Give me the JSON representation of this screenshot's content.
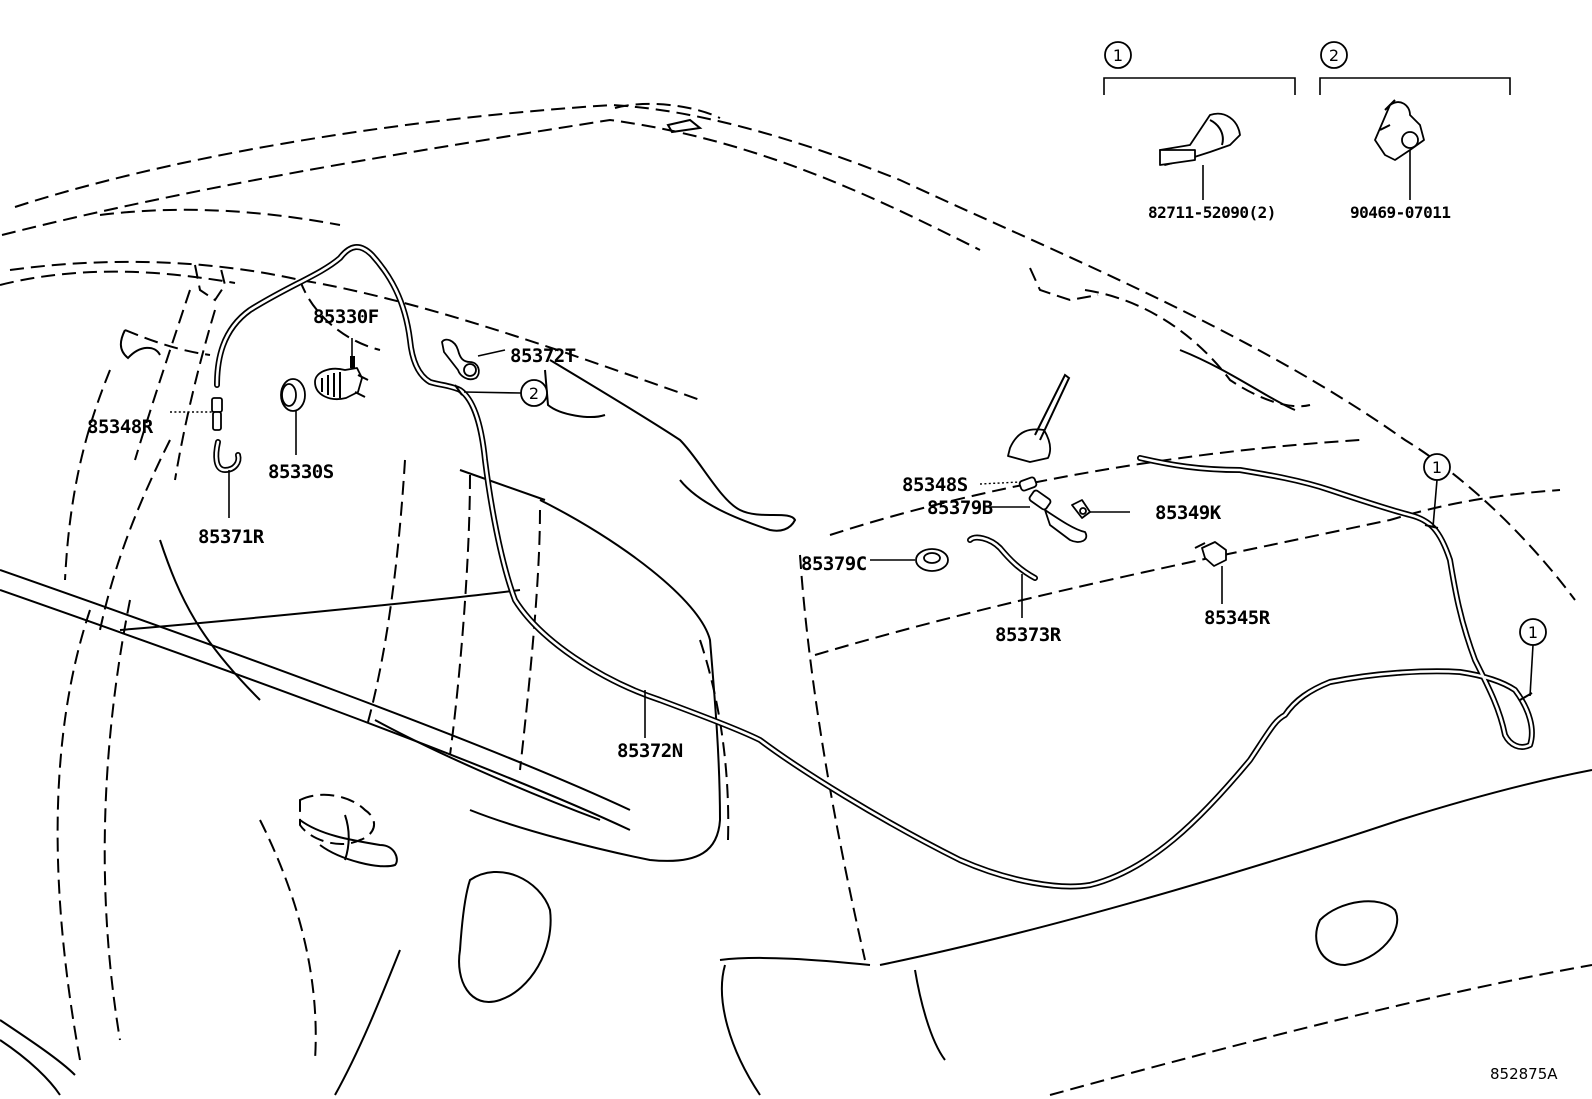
{
  "diagram": {
    "reference_code": "852875A",
    "parts": [
      {
        "id": "85330F",
        "label": "85330F"
      },
      {
        "id": "85372T",
        "label": "85372T"
      },
      {
        "id": "85348R",
        "label": "85348R"
      },
      {
        "id": "85330S",
        "label": "85330S"
      },
      {
        "id": "85371R",
        "label": "85371R"
      },
      {
        "id": "85372N",
        "label": "85372N"
      },
      {
        "id": "85348S",
        "label": "85348S"
      },
      {
        "id": "85379B",
        "label": "85379B"
      },
      {
        "id": "85349K",
        "label": "85349K"
      },
      {
        "id": "85379C",
        "label": "85379C"
      },
      {
        "id": "85373R",
        "label": "85373R"
      },
      {
        "id": "85345R",
        "label": "85345R"
      }
    ],
    "callouts": [
      {
        "number": "1",
        "part_label": "82711-52090(2)"
      },
      {
        "number": "2",
        "part_label": "90469-07011"
      }
    ]
  }
}
